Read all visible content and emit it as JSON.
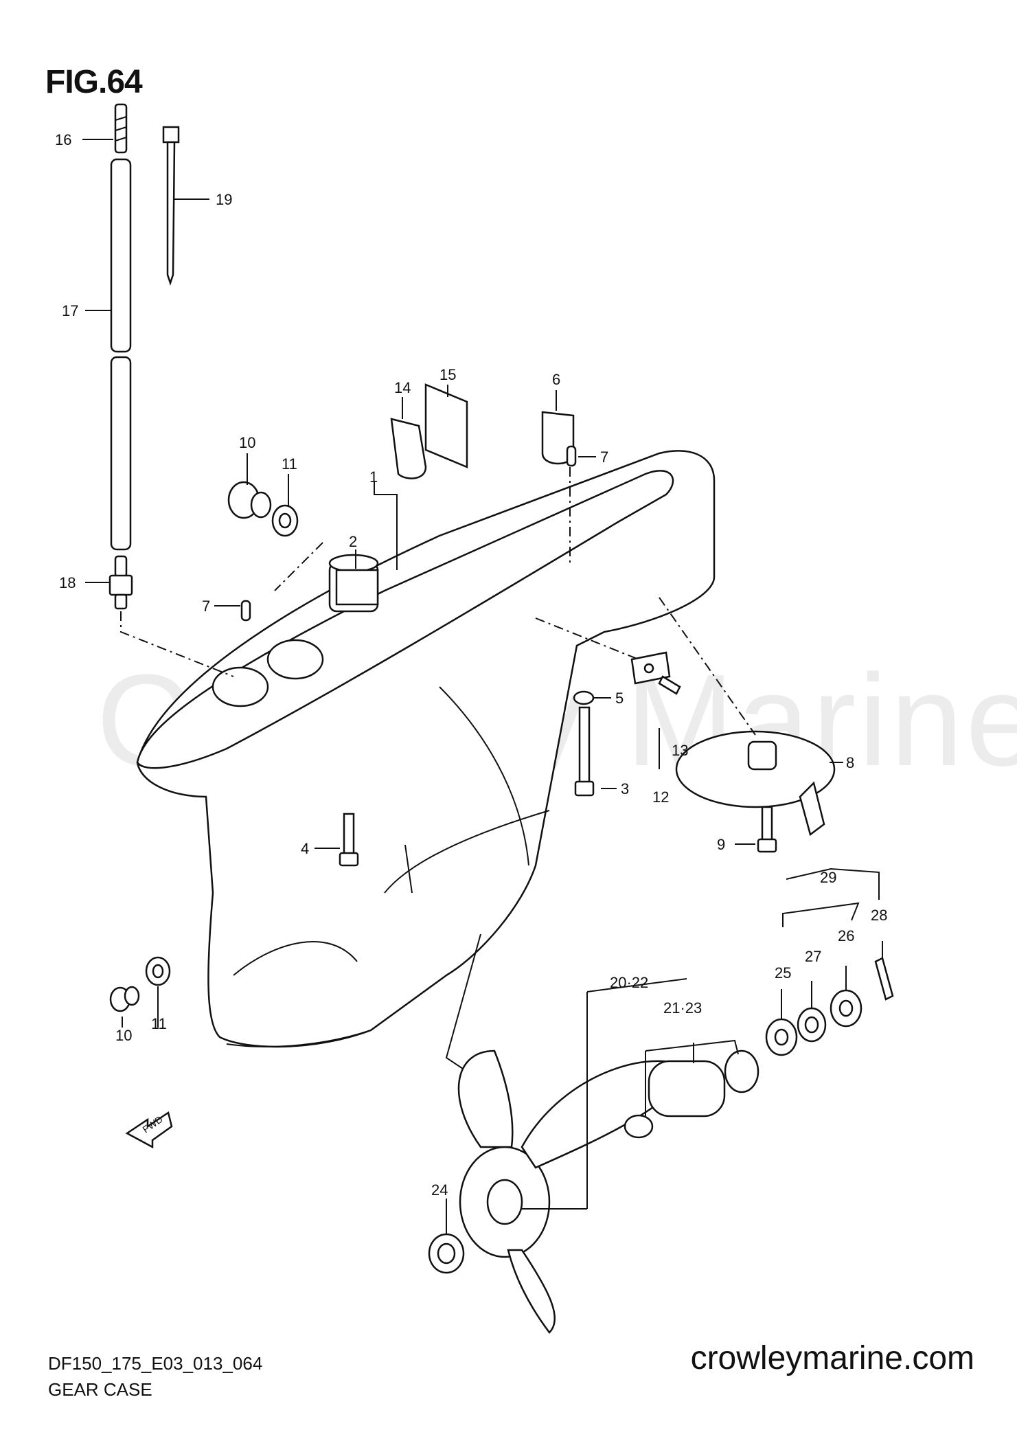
{
  "figure": {
    "title": "FIG.64",
    "model_code": "DF150_175_E03_013_064",
    "assembly_name": "GEAR CASE",
    "website": "crowleymarine.com",
    "watermark": "Crowley Marine",
    "fwd_label": "FWD"
  },
  "callouts": [
    {
      "id": "c16",
      "label": "16"
    },
    {
      "id": "c19",
      "label": "19"
    },
    {
      "id": "c17",
      "label": "17"
    },
    {
      "id": "c15",
      "label": "15"
    },
    {
      "id": "c14",
      "label": "14"
    },
    {
      "id": "c6",
      "label": "6"
    },
    {
      "id": "c7a",
      "label": "7"
    },
    {
      "id": "c10a",
      "label": "10"
    },
    {
      "id": "c11a",
      "label": "11"
    },
    {
      "id": "c1",
      "label": "1"
    },
    {
      "id": "c2",
      "label": "2"
    },
    {
      "id": "c18",
      "label": "18"
    },
    {
      "id": "c7b",
      "label": "7"
    },
    {
      "id": "c5",
      "label": "5"
    },
    {
      "id": "c13",
      "label": "13"
    },
    {
      "id": "c8",
      "label": "8"
    },
    {
      "id": "c3",
      "label": "3"
    },
    {
      "id": "c12",
      "label": "12"
    },
    {
      "id": "c4",
      "label": "4"
    },
    {
      "id": "c9",
      "label": "9"
    },
    {
      "id": "c29",
      "label": "29"
    },
    {
      "id": "c28",
      "label": "28"
    },
    {
      "id": "c27",
      "label": "27"
    },
    {
      "id": "c26",
      "label": "26"
    },
    {
      "id": "c25",
      "label": "25"
    },
    {
      "id": "c10b",
      "label": "10"
    },
    {
      "id": "c11b",
      "label": "11"
    },
    {
      "id": "c20_22",
      "label": "20·22"
    },
    {
      "id": "c21_23",
      "label": "21·23"
    },
    {
      "id": "c24",
      "label": "24"
    }
  ]
}
